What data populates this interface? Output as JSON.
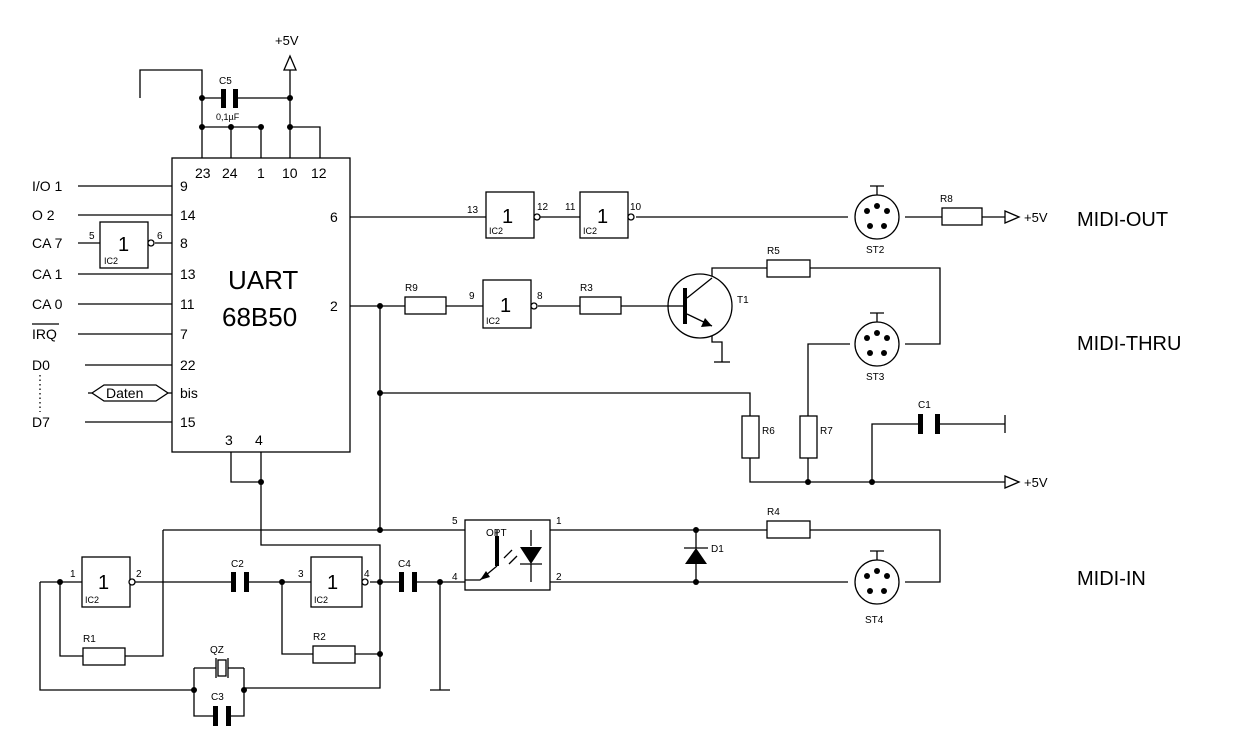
{
  "supply": {
    "vcc": "+5V"
  },
  "uart": {
    "line1": "UART",
    "line2": "68B50",
    "top_pins": [
      "23",
      "24",
      "1",
      "10",
      "12"
    ],
    "left_pins": [
      "9",
      "14",
      "8",
      "13",
      "11",
      "7",
      "22",
      "bis",
      "15"
    ],
    "right_pins": [
      "6",
      "2"
    ],
    "bottom_pins": [
      "3",
      "4"
    ]
  },
  "signals": [
    "I/O 1",
    "O 2",
    "CA 7",
    "CA 1",
    "CA 0",
    "IRQ",
    "D0",
    "D7"
  ],
  "bus_label": "Daten",
  "gates": {
    "symbol": "1",
    "ref": "IC2",
    "ca7": {
      "in": "5",
      "out": "6"
    },
    "out_a": {
      "in": "13",
      "out": "12"
    },
    "out_b": {
      "in": "11",
      "out": "10"
    },
    "thru": {
      "in": "9",
      "out": "8"
    },
    "osc_a": {
      "in": "1",
      "out": "2"
    },
    "osc_b": {
      "in": "3",
      "out": "4"
    }
  },
  "parts": {
    "c5": "C5",
    "c5_value": "0,1µF",
    "r1": "R1",
    "r2": "R2",
    "r3": "R3",
    "r4": "R4",
    "r5": "R5",
    "r6": "R6",
    "r7": "R7",
    "r8": "R8",
    "r9": "R9",
    "c1": "C1",
    "c2": "C2",
    "c3": "C3",
    "c4": "C4",
    "qz": "QZ",
    "t1": "T1",
    "d1": "D1",
    "opt": "OPT",
    "opt_pins": [
      "5",
      "1",
      "2",
      "4"
    ],
    "st2": "ST2",
    "st3": "ST3",
    "st4": "ST4"
  },
  "ports": {
    "midi_out": "MIDI-OUT",
    "midi_thru": "MIDI-THRU",
    "midi_in": "MIDI-IN"
  }
}
